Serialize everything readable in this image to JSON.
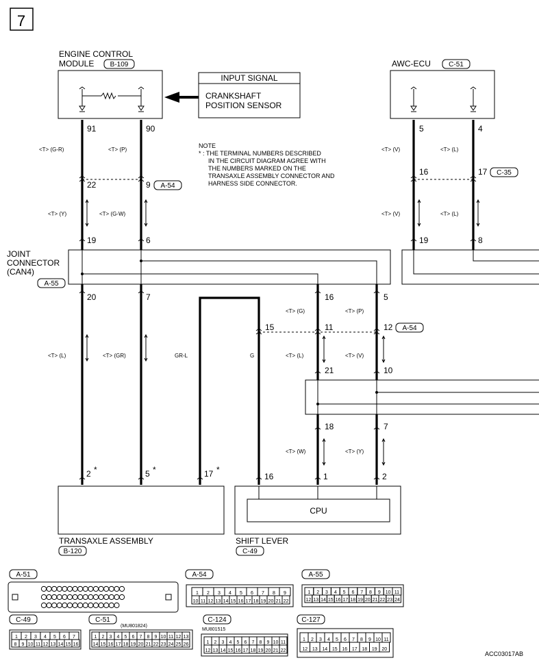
{
  "page_number": "7",
  "ecm": {
    "title_line1": "ENGINE CONTROL",
    "title_line2": "MODULE",
    "code": "B-109"
  },
  "input_signal": {
    "header": "INPUT SIGNAL",
    "line1": "CRANKSHAFT",
    "line2": "POSITION SENSOR"
  },
  "awc": {
    "title": "AWC-ECU",
    "code": "C-51"
  },
  "note": {
    "title": "NOTE",
    "line1": "* : THE TERMINAL NUMBERS DESCRIBED",
    "line2": "IN THE CIRCUIT DIAGRAM AGREE WITH",
    "line3": "THE NUMBERS MARKED ON THE",
    "line4": "TRANSAXLE ASSEMBLY CONNECTOR AND",
    "line5": "HARNESS SIDE CONNECTOR."
  },
  "joint": {
    "line1": "JOINT",
    "line2": "CONNECTOR",
    "line3": "(CAN4)",
    "code": "A-55"
  },
  "wires": {
    "w_gr": "<T> (G-R)",
    "w_p": "<T> (P)",
    "w_y": "<T> (Y)",
    "w_gw": "<T> (G-W)",
    "w_l": "<T> (L)",
    "w_gr2": "<T> (GR)",
    "grl": "GR-L",
    "g": "G",
    "w_g": "<T> (G)",
    "w_p2": "<T> (P)",
    "w_l2": "<T> (L)",
    "w_v": "<T> (V)",
    "w_w": "<T> (W)",
    "w_y2": "<T> (Y)",
    "awc_v1": "<T> (V)",
    "awc_l1": "<T> (L)",
    "awc_v2": "<T> (V)",
    "awc_l2": "<T> (L)"
  },
  "pins": {
    "p91": "91",
    "p90": "90",
    "p22": "22",
    "p9": "9",
    "a54": "A-54",
    "p19": "19",
    "p6": "6",
    "p20": "20",
    "p7": "7",
    "p2": "2",
    "p5": "5",
    "p17": "17",
    "p16a": "16",
    "p5b": "5",
    "p15": "15",
    "p11": "11",
    "p12": "12",
    "a54b": "A-54",
    "p21": "21",
    "p10": "10",
    "p18": "18",
    "p7b": "7",
    "p16": "16",
    "p1": "1",
    "p2b": "2",
    "awc5": "5",
    "awc4": "4",
    "awc16": "16",
    "awc17": "17",
    "c35": "C-35",
    "awc19": "19",
    "awc8": "8",
    "star": "*"
  },
  "transaxle": {
    "title": "TRANSAXLE ASSEMBLY",
    "code": "B-120"
  },
  "shift": {
    "title": "SHIFT LEVER",
    "code": "C-49",
    "cpu": "CPU"
  },
  "connectors": {
    "a51": "A-51",
    "a54": "A-54",
    "a55": "A-55",
    "c49": "C-49",
    "c51": "C-51",
    "c51_part": "(MU801824)",
    "c124": "C-124",
    "c124_part": "MU801515",
    "c127": "C-127"
  },
  "code_ref": "ACC03017AB"
}
